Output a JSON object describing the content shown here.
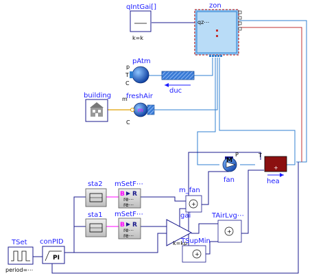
{
  "blocks": {
    "qIntGai": {
      "name": "qIntGai[]",
      "param": "k=k"
    },
    "zon": {
      "name": "zon",
      "port": "qz⋯"
    },
    "pAtm": {
      "name": "pAtm",
      "ports": [
        "p",
        "T",
        "C"
      ]
    },
    "duc": {
      "name": "duc"
    },
    "building": {
      "name": "building"
    },
    "freshAir": {
      "name": "freshAir",
      "ports": [
        "m",
        "C"
      ],
      "symbol": "m"
    },
    "fan": {
      "name": "fan",
      "port": "P"
    },
    "hea": {
      "name": "hea",
      "port": "T"
    },
    "sta2": {
      "name": "sta2"
    },
    "sta1": {
      "name": "sta1"
    },
    "mSetFan2": {
      "name": "mSetF⋯",
      "from": "B",
      "to": "R",
      "rows": [
        "re⋯",
        "re⋯"
      ]
    },
    "mSetFan1": {
      "name": "mSetF⋯",
      "from": "B",
      "to": "R",
      "rows": [
        "re⋯",
        "re⋯"
      ]
    },
    "m_fan": {
      "name": "m_fan"
    },
    "gai": {
      "name": "gai",
      "param": "k=kp"
    },
    "TAirLvg": {
      "name": "TAirLvg⋯"
    },
    "TSupMin": {
      "name": "TSupMin"
    },
    "TSet": {
      "name": "TSet",
      "param": "period=⋯"
    },
    "conPID": {
      "name": "conPID",
      "symbol": "PI"
    }
  },
  "colors": {
    "label": "#1a1aff",
    "fluid": "#2f7fd0",
    "signal": "#1a1a8c",
    "heat": "#c03030",
    "heater": "#8b1010"
  }
}
